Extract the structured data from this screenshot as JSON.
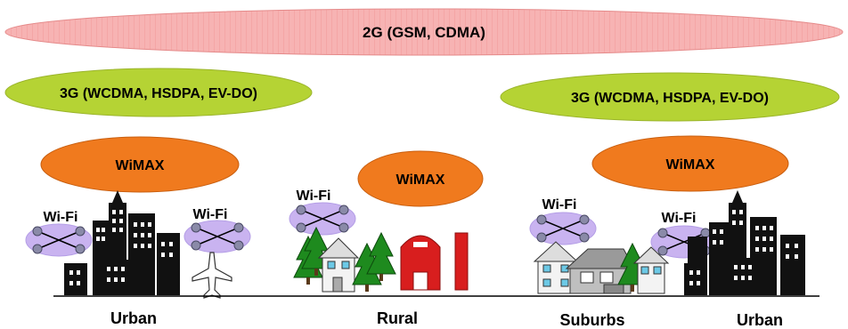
{
  "layers": {
    "g2": {
      "label": "2G (GSM, CDMA)"
    },
    "g3_left": {
      "label": "3G (WCDMA, HSDPA, EV-DO)"
    },
    "g3_right": {
      "label": "3G (WCDMA, HSDPA, EV-DO)"
    },
    "wimax_1": {
      "label": "WiMAX"
    },
    "wimax_2": {
      "label": "WiMAX"
    },
    "wimax_3": {
      "label": "WiMAX"
    }
  },
  "wifi": [
    {
      "label": "Wi-Fi"
    },
    {
      "label": "Wi-Fi"
    },
    {
      "label": "Wi-Fi"
    },
    {
      "label": "Wi-Fi"
    },
    {
      "label": "Wi-Fi"
    }
  ],
  "regions": [
    {
      "label": "Urban"
    },
    {
      "label": "Rural"
    },
    {
      "label": "Suburbs"
    },
    {
      "label": "Urban"
    }
  ],
  "colors": {
    "g2_fill": "#f7b3b3",
    "g3_fill": "#b5d334",
    "wimax_fill": "#f07a1e",
    "wifi_fill": "#c9b3f0",
    "barn": "#d81e1e",
    "tree": "#1e8a1e"
  }
}
